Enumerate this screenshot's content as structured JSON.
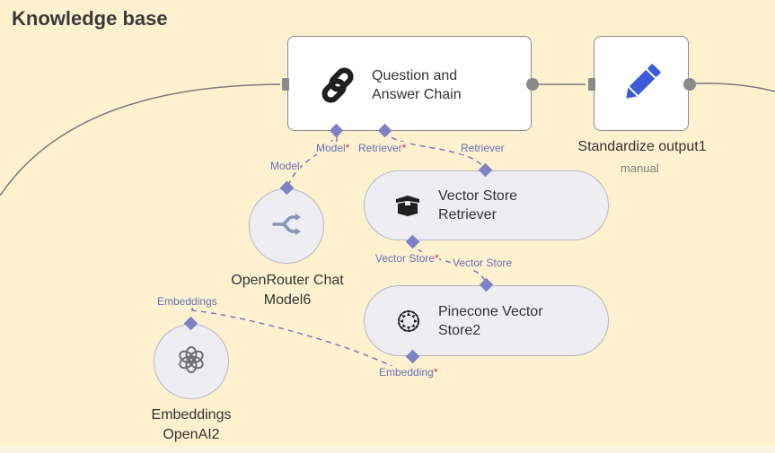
{
  "canvas": {
    "title": "Knowledge base"
  },
  "nodes": {
    "qa_chain": {
      "line1": "Question and",
      "line2": "Answer Chain",
      "icon": "link-icon"
    },
    "standardize": {
      "title": "Standardize output1",
      "subtitle": "manual",
      "icon": "pencil-icon"
    },
    "vector_retriever": {
      "line1": "Vector Store",
      "line2": "Retriever",
      "icon": "box-icon"
    },
    "pinecone": {
      "line1": "Pinecone Vector",
      "line2": "Store2",
      "icon": "pinecone-icon"
    },
    "openrouter": {
      "line1": "OpenRouter Chat",
      "line2": "Model6",
      "icon": "openrouter-icon"
    },
    "embeddings": {
      "line1": "Embeddings",
      "line2": "OpenAI2",
      "icon": "openai-icon"
    }
  },
  "ports": {
    "model_in": "Model",
    "retriever_in": "Retriever",
    "required_mark": "*",
    "model_out": "Model",
    "retriever_out": "Retriever",
    "vector_store_in": "Vector Store",
    "vector_store_out": "Vector Store",
    "embeddings_out": "Embeddings",
    "embedding_in": "Embedding"
  },
  "colors": {
    "background": "#fdf1cf",
    "port": "#7d81c6",
    "required": "#d0324a",
    "pencil": "#3b5bdb"
  }
}
